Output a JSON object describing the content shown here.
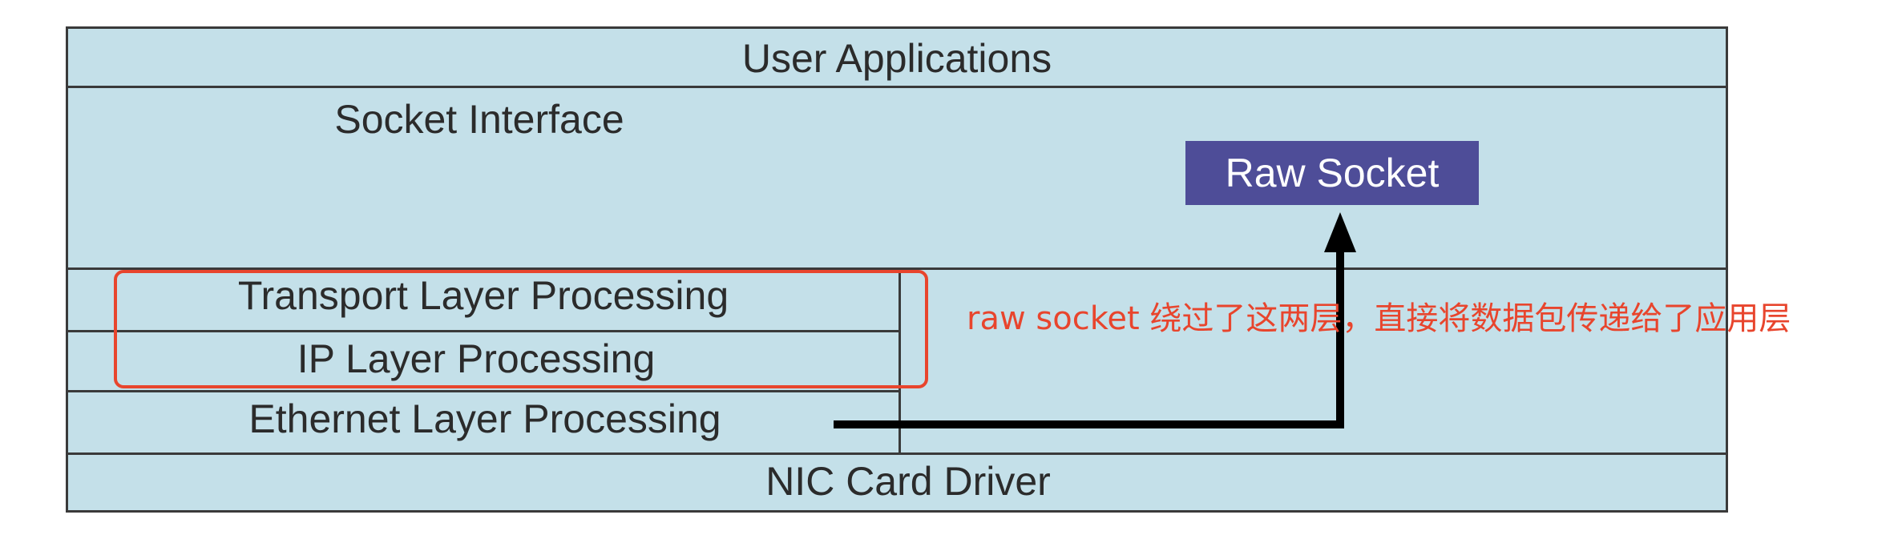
{
  "diagram": {
    "layers": {
      "user_applications": "User Applications",
      "socket_interface": "Socket Interface",
      "transport": "Transport Layer Processing",
      "ip": "IP Layer Processing",
      "ethernet": "Ethernet Layer Processing",
      "nic": "NIC Card Driver"
    },
    "raw_socket": "Raw Socket",
    "annotation": "raw socket 绕过了这两层，直接将数据包传递给了应用层"
  },
  "colors": {
    "layer_fill": "#c4e0e9",
    "border": "#3a3a3a",
    "raw_socket_fill": "#4e4d98",
    "highlight": "#e8452d",
    "arrow": "#000000"
  }
}
